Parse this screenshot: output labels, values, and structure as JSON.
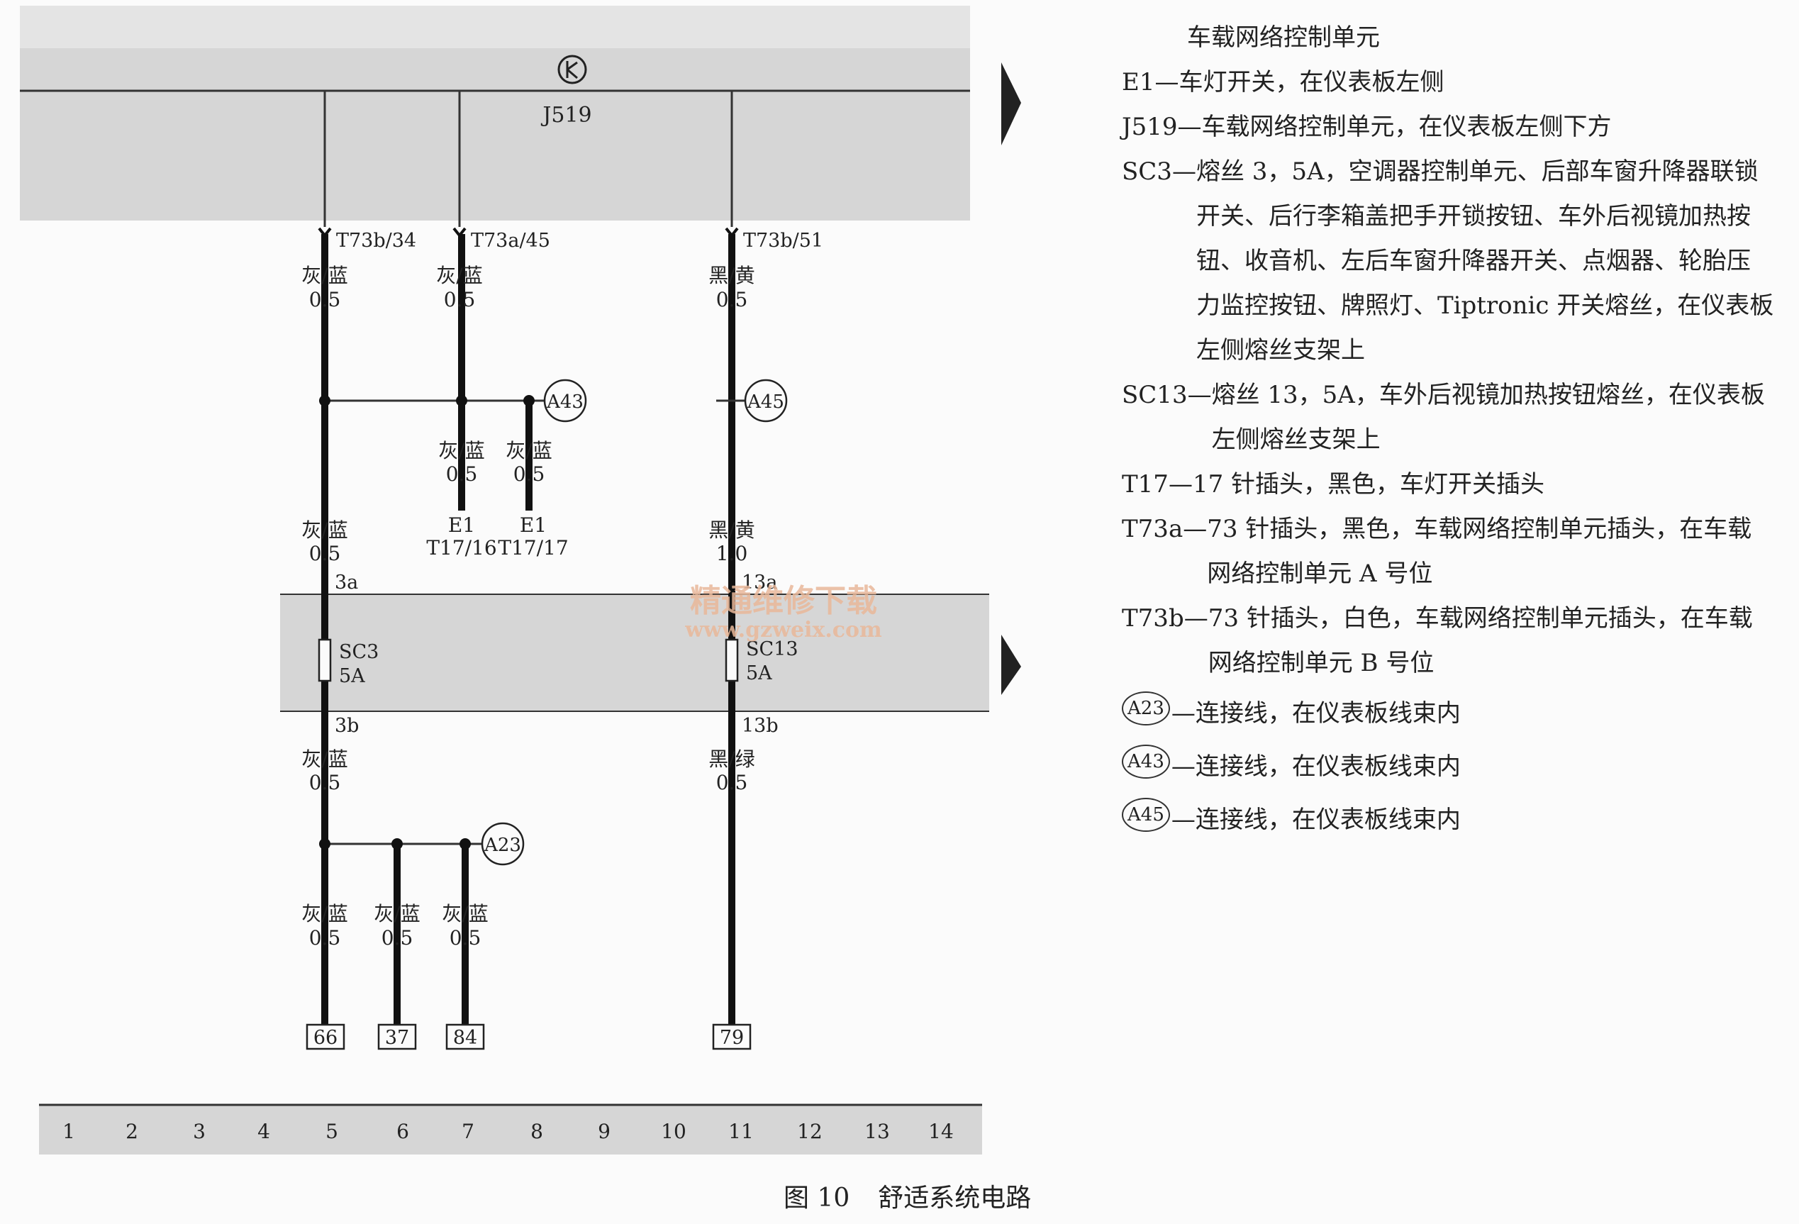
{
  "diagram": {
    "control_unit": "J519",
    "wire_labels": [
      {
        "id": "w1",
        "text": "T73b/34"
      },
      {
        "id": "w2",
        "text": "T73a/45"
      },
      {
        "id": "w3",
        "text": "T73b/51"
      }
    ],
    "colors": {
      "gray_blue": "灰/蓝",
      "black_yellow": "黑/黄",
      "black_green": "黑/绿",
      "s05": "0.5",
      "s10": "1.0"
    },
    "connectors": [
      "A43",
      "A45",
      "A23"
    ],
    "e1": "E1",
    "t1716": "T17/16",
    "t1717": "T17/17",
    "fuse_left": {
      "top": "3a",
      "bottom": "3b",
      "name": "SC3",
      "rating": "5A"
    },
    "fuse_right": {
      "top": "13a",
      "bottom": "13b",
      "name": "SC13",
      "rating": "5A"
    },
    "watermark_cn": "精通维修下载",
    "watermark_url": "www.gzweix.com",
    "terminals": [
      "66",
      "37",
      "84",
      "79"
    ],
    "grid": [
      "1",
      "2",
      "3",
      "4",
      "5",
      "6",
      "7",
      "8",
      "9",
      "10",
      "11",
      "12",
      "13",
      "14"
    ]
  },
  "legend": {
    "title": "车载网络控制单元",
    "items": [
      {
        "code": "E1—",
        "text": "车灯开关，在仪表板左侧"
      },
      {
        "code": "J519—",
        "text": "车载网络控制单元，在仪表板左侧下方"
      },
      {
        "code": "SC3—",
        "text": "熔丝 3，5A，空调器控制单元、后部车窗升降器联锁开关、后行李箱盖把手开锁按钮、车外后视镜加热按钮、收音机、左后车窗升降器开关、点烟器、轮胎压力监控按钮、牌照灯、Tiptronic 开关熔丝，在仪表板左侧熔丝支架上"
      },
      {
        "code": "SC13—",
        "text": "熔丝 13，5A，车外后视镜加热按钮熔丝，在仪表板左侧熔丝支架上"
      },
      {
        "code": "T17—",
        "text": "17 针插头，黑色，车灯开关插头"
      },
      {
        "code": "T73a—",
        "text": "73 针插头，黑色，车载网络控制单元插头，在车载网络控制单元 A 号位"
      },
      {
        "code": "T73b—",
        "text": "73 针插头，白色，车载网络控制单元插头，在车载网络控制单元 B 号位"
      }
    ],
    "connectors": [
      {
        "code": "A23",
        "text": "—连接线，在仪表板线束内"
      },
      {
        "code": "A43",
        "text": "—连接线，在仪表板线束内"
      },
      {
        "code": "A45",
        "text": "—连接线，在仪表板线束内"
      }
    ]
  },
  "caption": {
    "fig": "图 10",
    "title": "舒适系统电路"
  }
}
